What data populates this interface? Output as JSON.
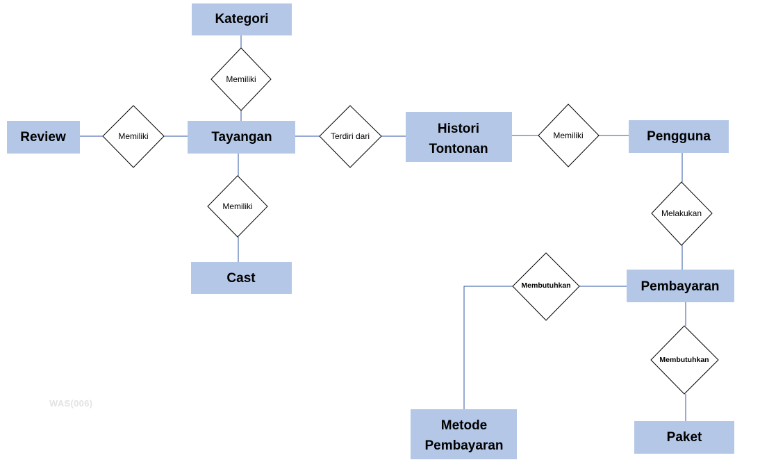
{
  "entities": {
    "kategori": "Kategori",
    "review": "Review",
    "tayangan": "Tayangan",
    "cast": "Cast",
    "historiTontonan": [
      "Histori",
      "Tontonan"
    ],
    "pengguna": "Pengguna",
    "pembayaran": "Pembayaran",
    "metodePembayaran": [
      "Metode",
      "Pembayaran"
    ],
    "paket": "Paket"
  },
  "relationships": {
    "kategoriTayangan": "Memiliki",
    "reviewTayangan": "Memiliki",
    "tayanganCast": "Memiliki",
    "tayanganHistori": "Terdiri dari",
    "historiPengguna": "Memiliki",
    "penggunaPembayaran": "Melakukan",
    "pembayaranMetode": "Membutuhkan",
    "pembayaranPaket": "Membutuhkan"
  },
  "watermark": "WAS(006)",
  "colors": {
    "entity_fill": "#b4c7e7",
    "line": "#2f55a4"
  }
}
